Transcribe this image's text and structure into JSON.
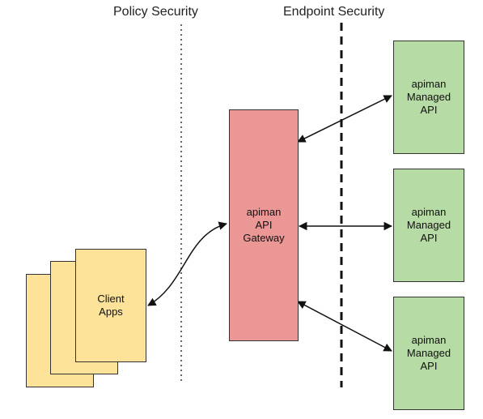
{
  "labels": {
    "policy_security": "Policy Security",
    "endpoint_security": "Endpoint Security"
  },
  "client": {
    "line1": "Client",
    "line2": "Apps"
  },
  "gateway": {
    "line1": "apiman",
    "line2": "API",
    "line3": "Gateway"
  },
  "apis": [
    {
      "line1": "apiman",
      "line2": "Managed",
      "line3": "API"
    },
    {
      "line1": "apiman",
      "line2": "Managed",
      "line3": "API"
    },
    {
      "line1": "apiman",
      "line2": "Managed",
      "line3": "API"
    }
  ],
  "colors": {
    "client": "#fde39a",
    "gateway": "#ea9796",
    "api": "#b7dba5"
  }
}
